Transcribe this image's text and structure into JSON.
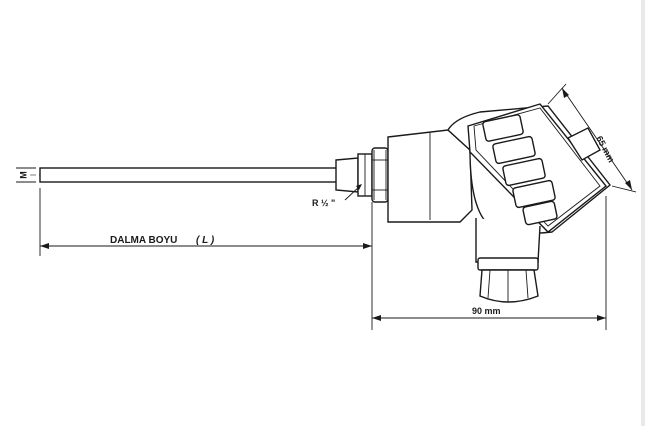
{
  "diagram": {
    "labels": {
      "immersion_length": "DALMA BOYU",
      "immersion_symbol": "( L )",
      "thread": "R ½ \"",
      "width_dim": "90 mm",
      "height_dim": "65 mm",
      "diameter_symbol": "M"
    }
  }
}
